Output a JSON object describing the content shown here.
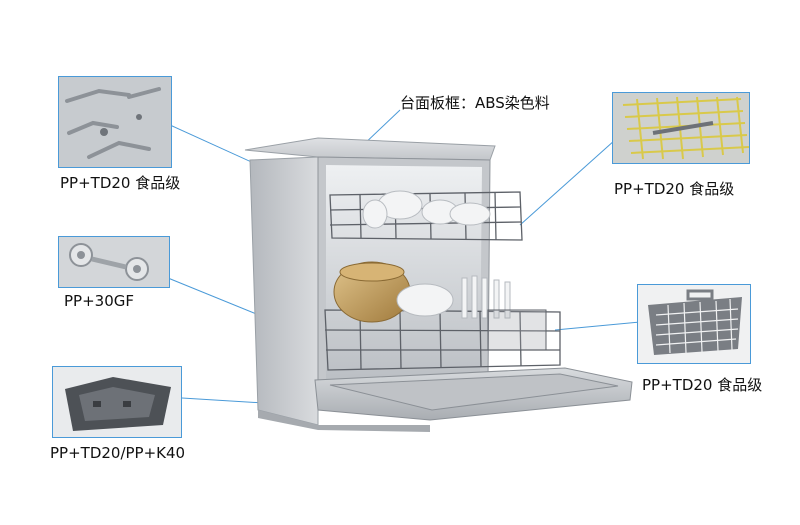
{
  "callouts": {
    "top_frame": "台面板框：ABS染色料",
    "upper_left": "PP+TD20 食品级",
    "mid_left": "PP+30GF",
    "bottom_left": "PP+TD20/PP+K40",
    "upper_right": "PP+TD20 食品级",
    "mid_right": "PP+TD20 食品级"
  },
  "colors": {
    "leader_line": "#4a9ad8",
    "thumb_border": "#4a9ad8",
    "steel": "#c9ccd0",
    "rack": "#6d7177",
    "yellow_rack": "#d9c94a",
    "bowl": "#c9a15c"
  }
}
